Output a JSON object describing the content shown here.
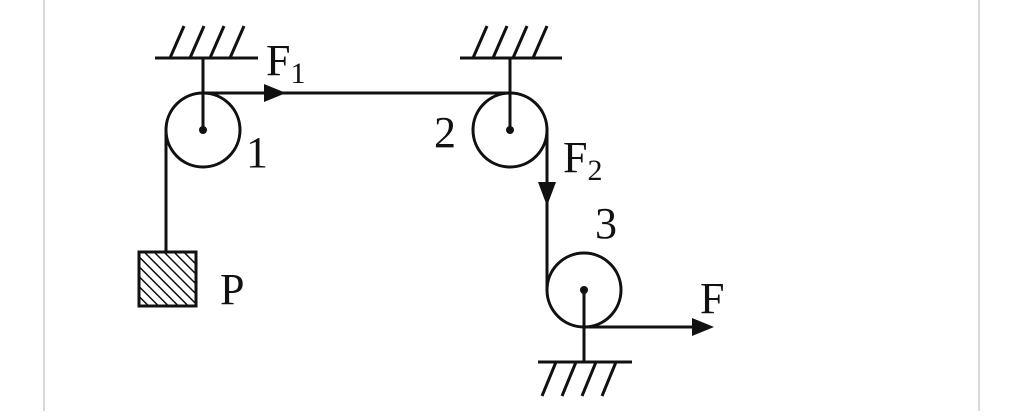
{
  "labels": {
    "pulley1": "1",
    "pulley2": "2",
    "pulley3": "3",
    "weight": "P",
    "force1": "F",
    "force1_sub": "1",
    "force2": "F",
    "force2_sub": "2",
    "force_out": "F"
  },
  "colors": {
    "ink": "#111111",
    "border": "#d9d9d9",
    "background": "#ffffff"
  }
}
